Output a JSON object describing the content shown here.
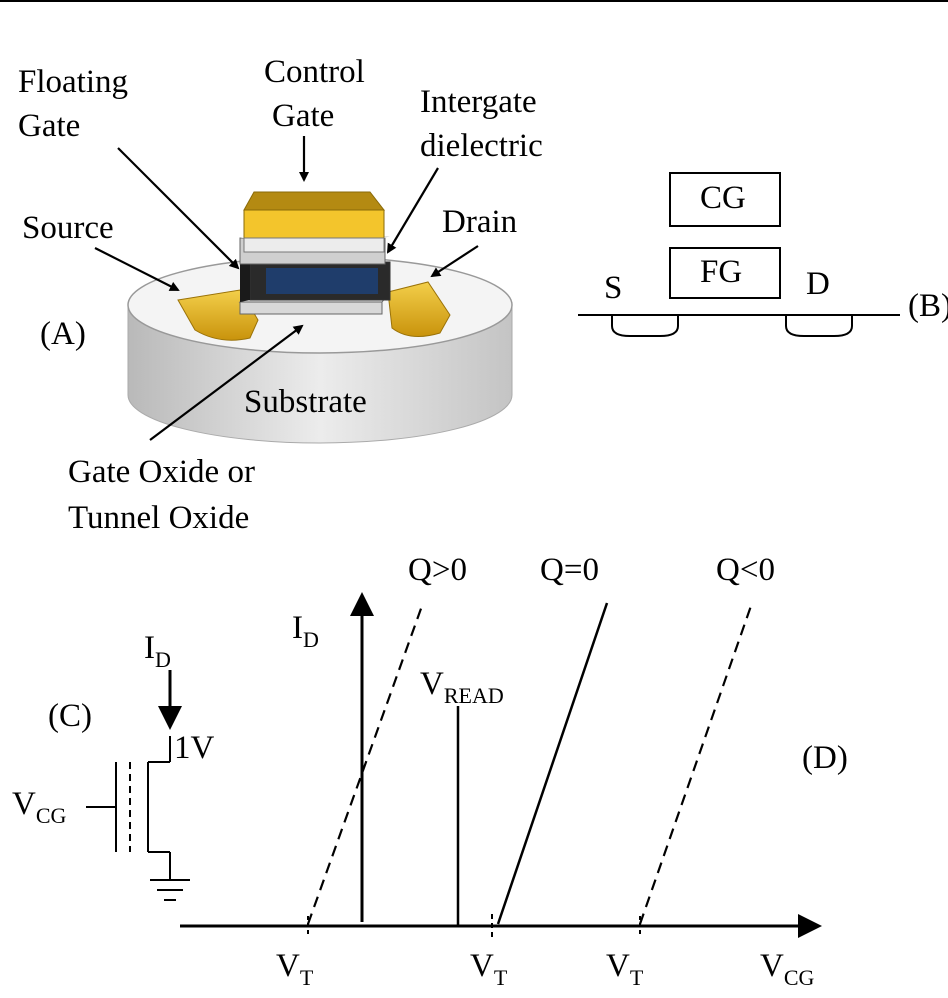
{
  "panel_a": {
    "tag": "(A)",
    "floating_gate": [
      "Floating",
      "Gate"
    ],
    "control_gate": [
      "Control",
      "Gate"
    ],
    "intergate": [
      "Intergate",
      "dielectric"
    ],
    "source": "Source",
    "drain": "Drain",
    "substrate": "Substrate",
    "gate_oxide": [
      "Gate Oxide or",
      "Tunnel Oxide"
    ],
    "colors": {
      "gold": "#e8b923",
      "gold_dark": "#c9930c",
      "blue": "#1f3d6b",
      "gray": "#d5d5d5",
      "dark": "#2a2a2a"
    }
  },
  "panel_b": {
    "tag": "(B)",
    "cg": "CG",
    "fg": "FG",
    "source": "S",
    "drain": "D"
  },
  "panel_c": {
    "tag": "(C)",
    "id_main": "I",
    "id_sub": "D",
    "voltage": "1V",
    "vcg_main": "V",
    "vcg_sub": "CG"
  },
  "panel_d": {
    "tag": "(D)",
    "y_axis_main": "I",
    "y_axis_sub": "D",
    "x_axis_main": "V",
    "x_axis_sub": "CG",
    "vread_main": "V",
    "vread_sub": "READ",
    "vt_main": "V",
    "vt_sub": "T",
    "curves": [
      {
        "label": "Q>0",
        "style": "dashed"
      },
      {
        "label": "Q=0",
        "style": "solid"
      },
      {
        "label": "Q<0",
        "style": "dashed"
      }
    ]
  }
}
